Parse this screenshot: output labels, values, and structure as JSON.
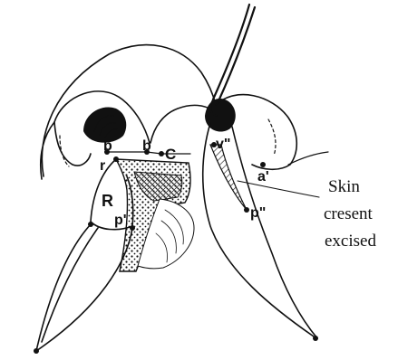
{
  "figure": {
    "point_labels": {
      "b_left": "b",
      "b_right": "b",
      "c": "C",
      "r": "r",
      "R": "R",
      "p_prime": "p'",
      "v_dblprime": "v\"",
      "a_prime": "a'",
      "p_dblprime": "p\""
    },
    "caption": {
      "line1": "Skin",
      "line2": "cresent",
      "line3": "excised"
    }
  },
  "colors": {
    "ink": "#111111",
    "background": "#ffffff"
  }
}
